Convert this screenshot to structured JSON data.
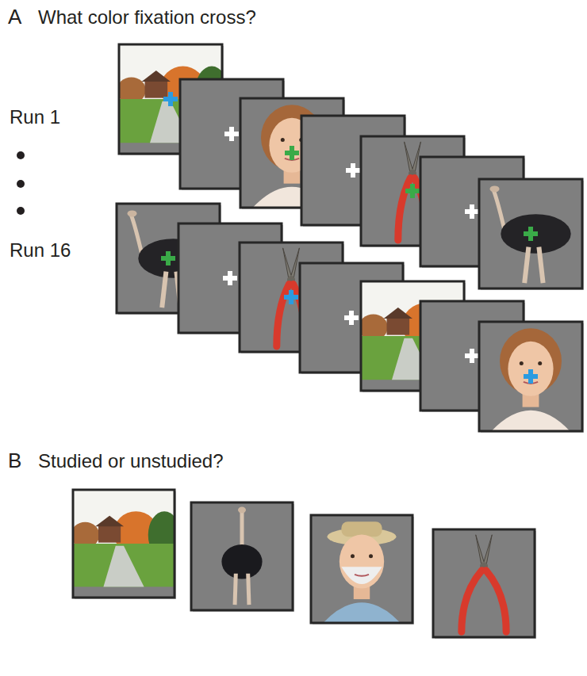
{
  "diagram": {
    "labels": [
      "A",
      "What color fixation cross?",
      "Run 1",
      "Run 16",
      "B",
      "Studied or unstudied?"
    ]
  }
}
